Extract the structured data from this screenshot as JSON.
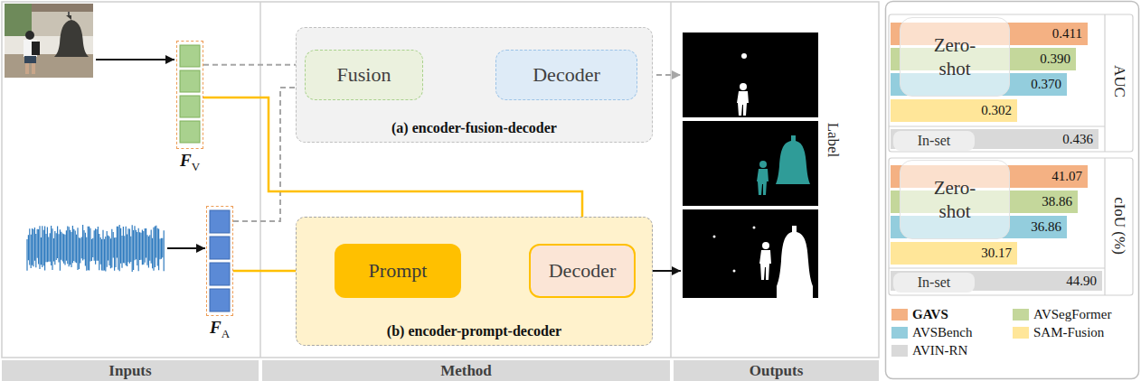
{
  "diagram": {
    "nodes": [
      {
        "text": [
          "F",
          "V"
        ]
      },
      {
        "text": [
          "F",
          "A"
        ]
      },
      {
        "text": [
          "(a) encoder-fusion-decoder"
        ]
      },
      {
        "text": [
          "Fusion"
        ],
        "in": 2
      },
      {
        "text": [
          "Decoder"
        ],
        "in": 2
      },
      {
        "text": [
          "(b) encoder-prompt-decoder"
        ]
      },
      {
        "text": [
          "Prompt"
        ],
        "in": 5
      },
      {
        "text": [
          "Decoder"
        ],
        "in": 5
      },
      {
        "text": [
          "Inputs"
        ]
      },
      {
        "text": [
          "Method"
        ]
      },
      {
        "text": [
          "Outputs"
        ]
      },
      {
        "text": [
          "0.411"
        ]
      },
      {
        "text": [
          "0.390"
        ]
      },
      {
        "text": [
          "0.370"
        ]
      },
      {
        "text": [
          "0.302"
        ]
      },
      {
        "text": [
          "Zero- shot"
        ]
      },
      {
        "text": [
          "0.436"
        ]
      },
      {
        "text": [
          "In-set"
        ],
        "in": 16
      },
      {
        "text": [
          "41.07"
        ]
      },
      {
        "text": [
          "38.86"
        ]
      },
      {
        "text": [
          "36.86"
        ]
      },
      {
        "text": [
          "30.17"
        ]
      },
      {
        "text": [
          "Zero- shot"
        ]
      },
      {
        "text": [
          "44.90"
        ]
      },
      {
        "text": [
          "In-set"
        ],
        "in": 23
      }
    ],
    "edges": [
      {
        "from": 0,
        "to": 3,
        "arrow": "to"
      },
      {
        "from": 1,
        "to": 3,
        "arrow": "to"
      },
      {
        "from": 3,
        "to": 4,
        "arrow": "to"
      },
      {
        "from": 0,
        "to": 7,
        "arrow": "to"
      },
      {
        "from": 1,
        "to": 6,
        "arrow": "to"
      },
      {
        "from": 6,
        "to": 7,
        "arrow": "to"
      }
    ],
    "labels": [
      "Label",
      "AUC",
      "cIoU (%)"
    ],
    "legend": [
      {
        "text": "GAVS",
        "color": "#F4B183"
      },
      {
        "text": "AVSegFormer",
        "color": "#C4D79B"
      },
      {
        "text": "AVSBench",
        "color": "#93CDDD"
      },
      {
        "text": "SAM-Fusion",
        "color": "#FFE699"
      },
      {
        "text": "AVIN-RN",
        "color": "#D9D9D9"
      }
    ]
  }
}
